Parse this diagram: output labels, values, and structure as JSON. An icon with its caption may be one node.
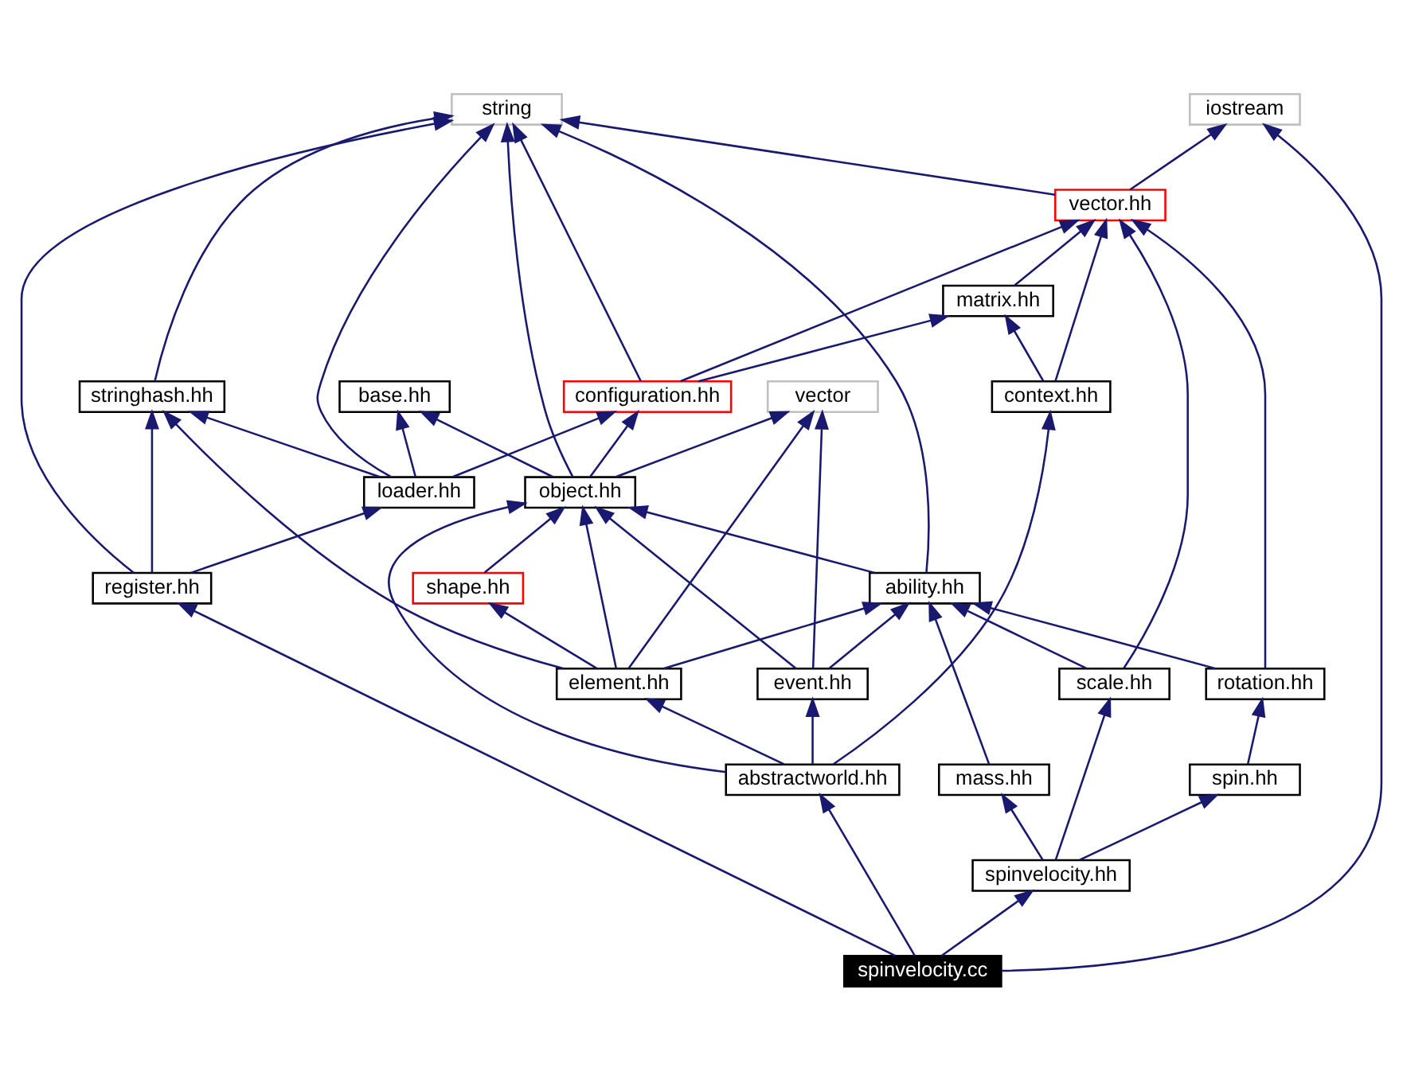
{
  "diagram": {
    "nodes": [
      {
        "text": [
          "iostream"
        ]
      },
      {
        "text": [
          "string"
        ]
      },
      {
        "text": [
          "vector.hh"
        ]
      },
      {
        "text": [
          "matrix.hh"
        ]
      },
      {
        "text": [
          "stringhash.hh"
        ]
      },
      {
        "text": [
          "configuration.hh"
        ]
      },
      {
        "text": [
          "context.hh"
        ]
      },
      {
        "text": [
          "base.hh"
        ]
      },
      {
        "text": [
          "vector"
        ]
      },
      {
        "text": [
          "loader.hh"
        ]
      },
      {
        "text": [
          "object.hh"
        ]
      },
      {
        "text": [
          "register.hh"
        ]
      },
      {
        "text": [
          "shape.hh"
        ]
      },
      {
        "text": [
          "ability.hh"
        ]
      },
      {
        "text": [
          "element.hh"
        ]
      },
      {
        "text": [
          "event.hh"
        ]
      },
      {
        "text": [
          "rotation.hh"
        ]
      },
      {
        "text": [
          "scale.hh"
        ]
      },
      {
        "text": [
          "abstractworld.hh"
        ]
      },
      {
        "text": [
          "mass.hh"
        ]
      },
      {
        "text": [
          "spin.hh"
        ]
      },
      {
        "text": [
          "spinvelocity.hh"
        ]
      },
      {
        "text": [
          "spinvelocity.cc"
        ]
      }
    ],
    "edges": [
      {
        "from": 2,
        "to": 0,
        "arrow": "to"
      },
      {
        "from": 2,
        "to": 1,
        "arrow": "to"
      },
      {
        "from": 3,
        "to": 2,
        "arrow": "to"
      },
      {
        "from": 5,
        "to": 2,
        "arrow": "to"
      },
      {
        "from": 5,
        "to": 3,
        "arrow": "to"
      },
      {
        "from": 5,
        "to": 1,
        "arrow": "to"
      },
      {
        "from": 6,
        "to": 3,
        "arrow": "to"
      },
      {
        "from": 6,
        "to": 2,
        "arrow": "to"
      },
      {
        "from": 4,
        "to": 1,
        "arrow": "to"
      },
      {
        "from": 9,
        "to": 1,
        "arrow": "to"
      },
      {
        "from": 9,
        "to": 4,
        "arrow": "to"
      },
      {
        "from": 9,
        "to": 5,
        "arrow": "to"
      },
      {
        "from": 9,
        "to": 7,
        "arrow": "to"
      },
      {
        "from": 11,
        "to": 1,
        "arrow": "to"
      },
      {
        "from": 11,
        "to": 4,
        "arrow": "to"
      },
      {
        "from": 11,
        "to": 9,
        "arrow": "to"
      },
      {
        "from": 10,
        "to": 1,
        "arrow": "to"
      },
      {
        "from": 10,
        "to": 5,
        "arrow": "to"
      },
      {
        "from": 10,
        "to": 7,
        "arrow": "to"
      },
      {
        "from": 10,
        "to": 8,
        "arrow": "to"
      },
      {
        "from": 12,
        "to": 10,
        "arrow": "to"
      },
      {
        "from": 13,
        "to": 10,
        "arrow": "to"
      },
      {
        "from": 13,
        "to": 1,
        "arrow": "to"
      },
      {
        "from": 14,
        "to": 12,
        "arrow": "to"
      },
      {
        "from": 14,
        "to": 10,
        "arrow": "to"
      },
      {
        "from": 14,
        "to": 8,
        "arrow": "to"
      },
      {
        "from": 14,
        "to": 4,
        "arrow": "to"
      },
      {
        "from": 14,
        "to": 13,
        "arrow": "to"
      },
      {
        "from": 15,
        "to": 10,
        "arrow": "to"
      },
      {
        "from": 15,
        "to": 8,
        "arrow": "to"
      },
      {
        "from": 15,
        "to": 13,
        "arrow": "to"
      },
      {
        "from": 16,
        "to": 13,
        "arrow": "to"
      },
      {
        "from": 16,
        "to": 2,
        "arrow": "to"
      },
      {
        "from": 17,
        "to": 13,
        "arrow": "to"
      },
      {
        "from": 17,
        "to": 2,
        "arrow": "to"
      },
      {
        "from": 19,
        "to": 13,
        "arrow": "to"
      },
      {
        "from": 20,
        "to": 16,
        "arrow": "to"
      },
      {
        "from": 18,
        "to": 14,
        "arrow": "to"
      },
      {
        "from": 18,
        "to": 15,
        "arrow": "to"
      },
      {
        "from": 18,
        "to": 6,
        "arrow": "to"
      },
      {
        "from": 18,
        "to": 10,
        "arrow": "to"
      },
      {
        "from": 21,
        "to": 19,
        "arrow": "to"
      },
      {
        "from": 21,
        "to": 20,
        "arrow": "to"
      },
      {
        "from": 21,
        "to": 17,
        "arrow": "to"
      },
      {
        "from": 22,
        "to": 0,
        "arrow": "to"
      },
      {
        "from": 22,
        "to": 11,
        "arrow": "to"
      },
      {
        "from": 22,
        "to": 18,
        "arrow": "to"
      },
      {
        "from": 22,
        "to": 21,
        "arrow": "to"
      }
    ]
  }
}
